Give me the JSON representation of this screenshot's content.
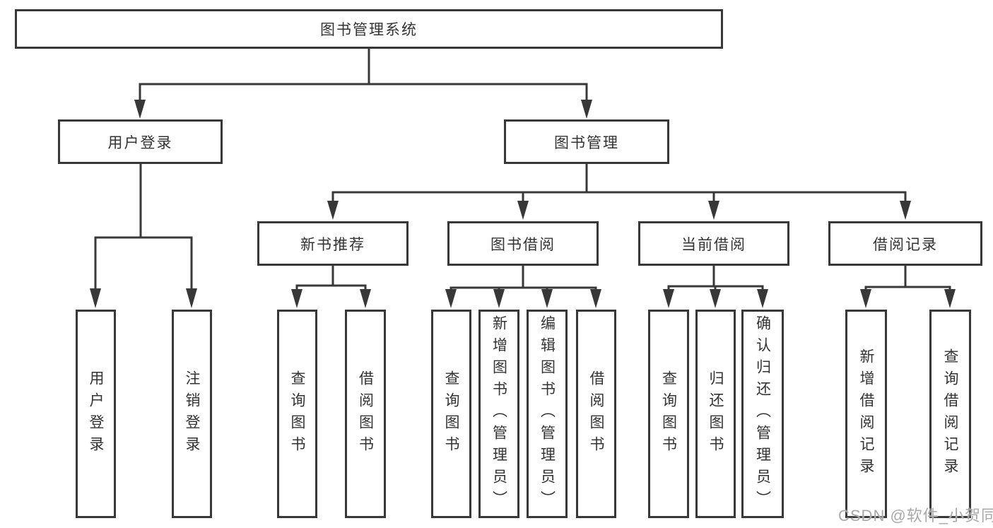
{
  "diagram": {
    "root": "图书管理系统",
    "level2": {
      "user_login": "用户登录",
      "book_mgmt": "图书管理"
    },
    "level3": {
      "new_book_rec": "新书推荐",
      "book_borrow": "图书借阅",
      "current_borrow": "当前借阅",
      "borrow_records": "借阅记录"
    },
    "leaves": {
      "user_login_group": [
        "用户登录",
        "注销登录"
      ],
      "new_book_group": [
        "查询图书",
        "借阅图书"
      ],
      "book_borrow_group": [
        "查询图书",
        "新增图书（管理员）",
        "编辑图书（管理员）",
        "借阅图书"
      ],
      "current_borrow_group": [
        "查询图书",
        "归还图书",
        "确认归还（管理员）"
      ],
      "borrow_record_group": [
        "新增借阅记录",
        "查询借阅记录"
      ]
    }
  },
  "colors": {
    "line": "#383838",
    "text": "#333333",
    "watermark": "#a9a9a9",
    "background": "#ffffff"
  },
  "watermark": "CSDN @软件_小贺同学"
}
